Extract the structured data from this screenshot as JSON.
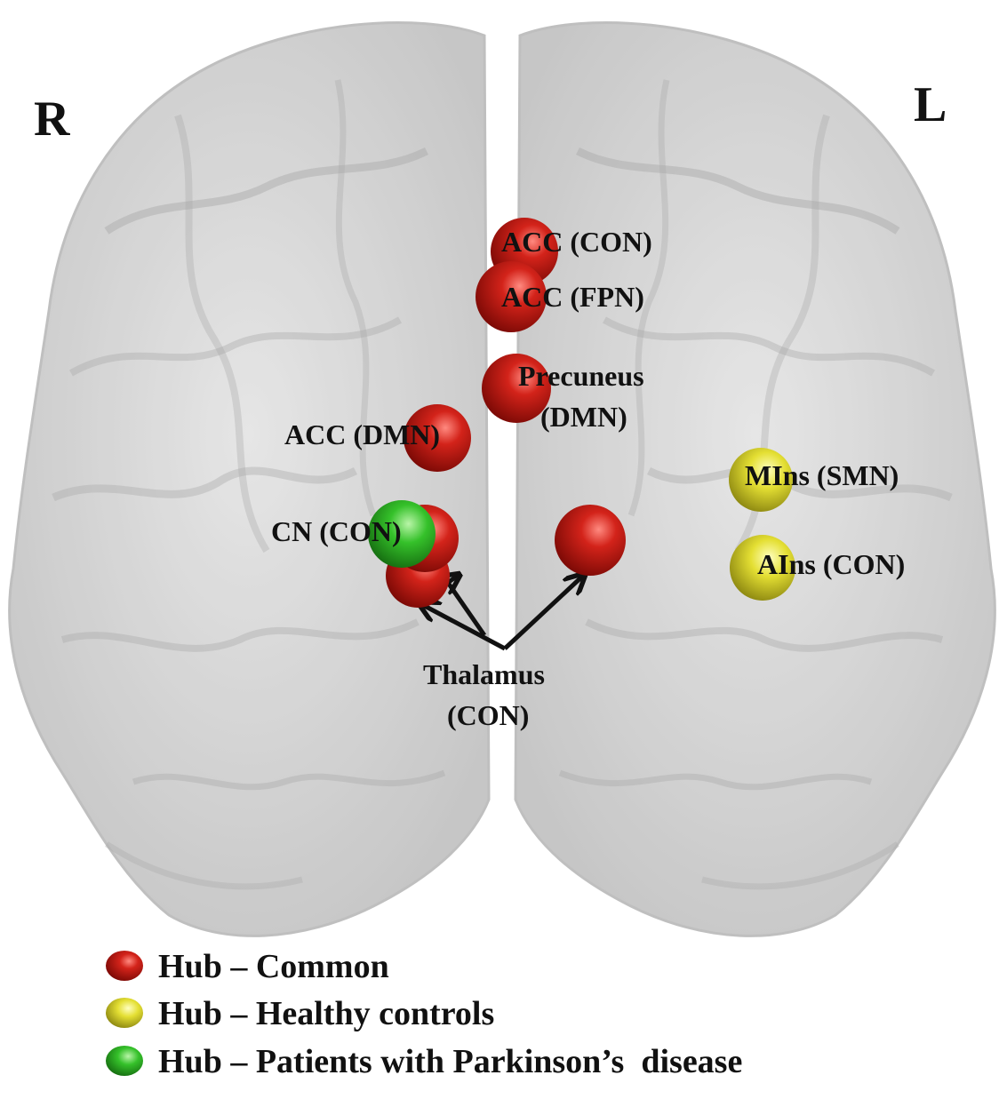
{
  "orientation": {
    "right": "R",
    "left": "L"
  },
  "nodes": [
    {
      "id": "acc-con",
      "label": "ACC (CON)",
      "hub_type": "common"
    },
    {
      "id": "acc-fpn",
      "label": "ACC (FPN)",
      "hub_type": "common"
    },
    {
      "id": "precuneus-dmn",
      "label_line1": "Precuneus",
      "label_line2": "(DMN)",
      "hub_type": "common"
    },
    {
      "id": "acc-dmn",
      "label": "ACC (DMN)",
      "hub_type": "common"
    },
    {
      "id": "cn-con",
      "label": "CN (CON)",
      "hub_type": "parkinsons"
    },
    {
      "id": "thalamus-right",
      "hub_type": "common"
    },
    {
      "id": "thalamus-left",
      "hub_type": "common"
    },
    {
      "id": "mins-smn",
      "label": "MIns (SMN)",
      "hub_type": "healthy"
    },
    {
      "id": "ains-con",
      "label": "AIns (CON)",
      "hub_type": "healthy"
    }
  ],
  "thalamus_label": {
    "line1": "Thalamus",
    "line2": "(CON)"
  },
  "legend": [
    {
      "key": "common",
      "label": "Hub – Common",
      "color": "#c81a12"
    },
    {
      "key": "healthy",
      "label": "Hub – Healthy controls",
      "color": "#e6e02a"
    },
    {
      "key": "parkinsons",
      "label": "Hub – Patients with Parkinson’s  disease",
      "color": "#2fbf2a"
    }
  ],
  "colors": {
    "common": "#c81a12",
    "healthy": "#e6e02a",
    "parkinsons": "#2fbf2a",
    "brain": "#cfcfcf"
  }
}
